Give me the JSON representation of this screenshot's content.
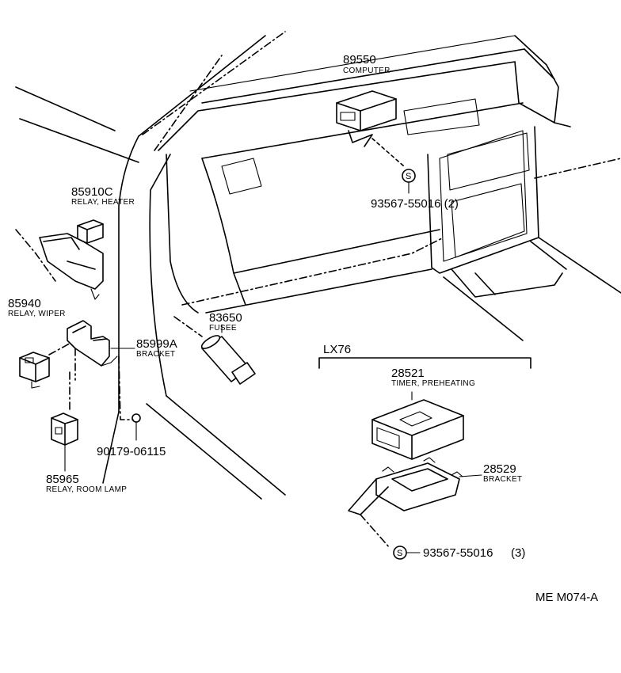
{
  "callouts": [
    {
      "key": "computer",
      "number": "89550",
      "name": "COMPUTER"
    },
    {
      "key": "relay-heater",
      "number": "85910C",
      "name": "RELAY, HEATER"
    },
    {
      "key": "screw-computer",
      "number": "93567-55016 (2)",
      "name": ""
    },
    {
      "key": "relay-wiper",
      "number": "85940",
      "name": "RELAY, WIPER"
    },
    {
      "key": "fusee",
      "number": "83650",
      "name": "FUSEE"
    },
    {
      "key": "bracket-relay",
      "number": "85999A",
      "name": "BRACKET"
    },
    {
      "key": "screw-bracket",
      "number": "90179-06115",
      "name": ""
    },
    {
      "key": "relay-room-lamp",
      "number": "85965",
      "name": "RELAY, ROOM LAMP"
    },
    {
      "key": "timer",
      "number": "28521",
      "name": "TIMER, PREHEATING"
    },
    {
      "key": "bracket-timer",
      "number": "28529",
      "name": "BRACKET"
    },
    {
      "key": "screw-timer",
      "number": "93567-55016",
      "name": "(3)"
    }
  ],
  "group_label": "LX76",
  "screw_symbol": "S",
  "diagram_code": "ME M074-A"
}
